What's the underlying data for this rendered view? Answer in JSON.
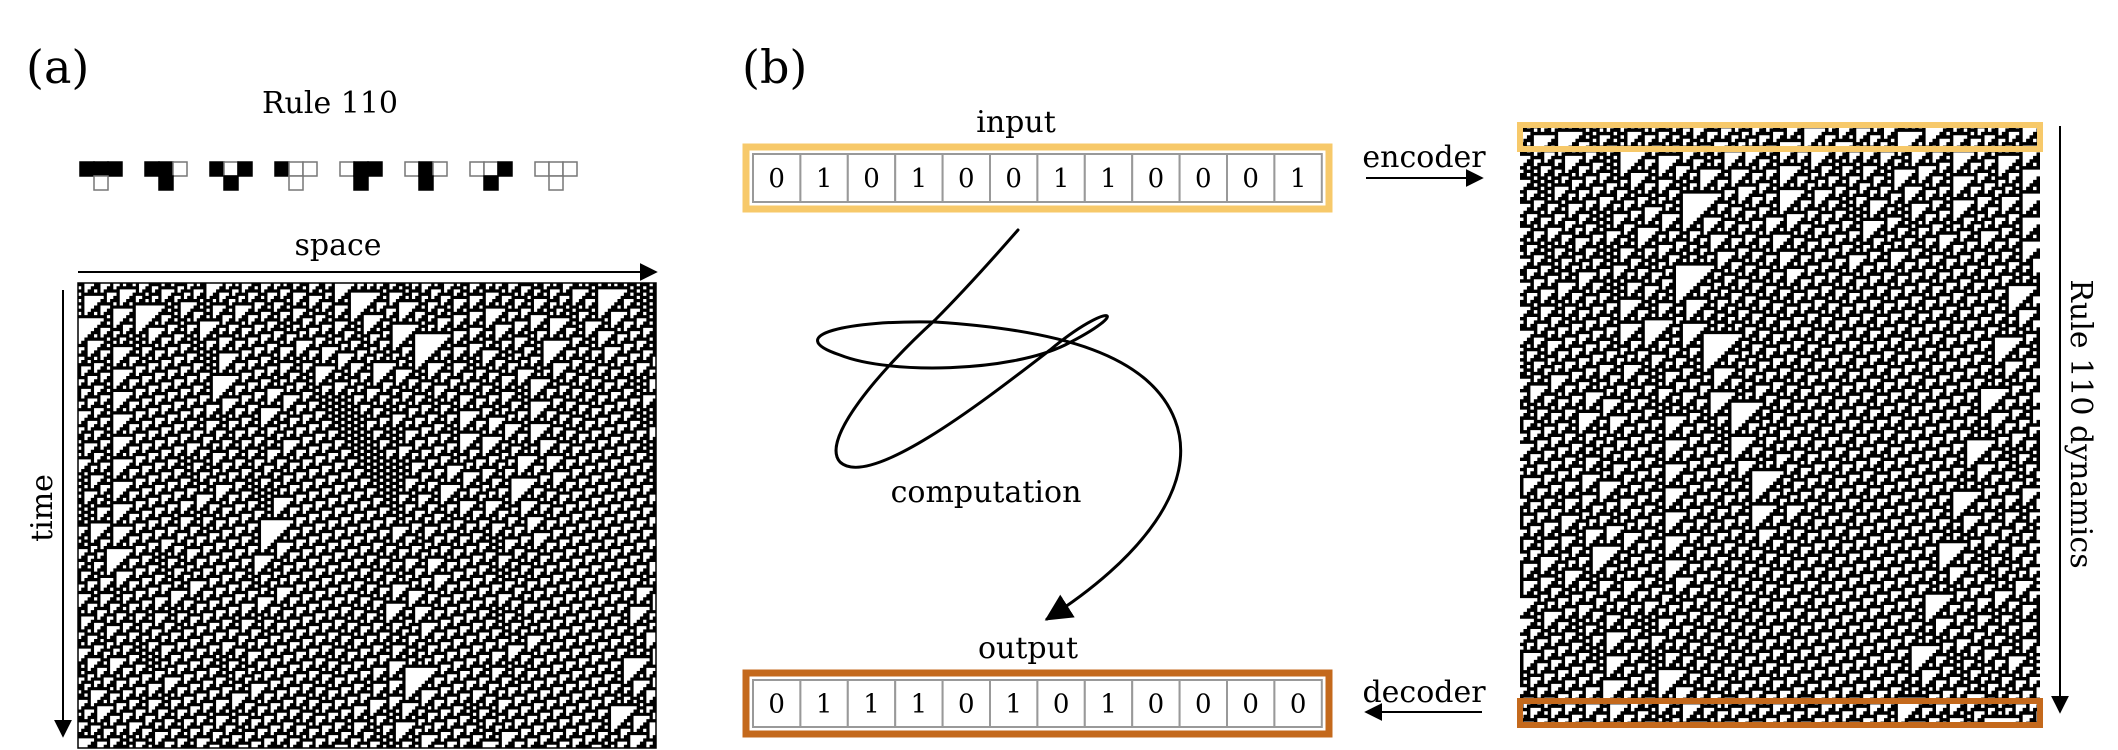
{
  "panel_a": {
    "label": "(a)",
    "title": "Rule 110",
    "rule_number": 110,
    "space_label": "space",
    "time_label": "time"
  },
  "panel_b": {
    "label": "(b)",
    "input_label": "input",
    "input_bits": [
      "0",
      "1",
      "0",
      "1",
      "0",
      "0",
      "1",
      "1",
      "0",
      "0",
      "0",
      "1"
    ],
    "output_label": "output",
    "output_bits": [
      "0",
      "1",
      "1",
      "1",
      "0",
      "1",
      "0",
      "1",
      "0",
      "0",
      "0",
      "0"
    ],
    "computation_label": "computation",
    "encoder_label": "encoder",
    "decoder_label": "decoder",
    "dynamics_label": "Rule 110 dynamics"
  },
  "colors": {
    "input_frame": "#f7c96a",
    "output_frame": "#c4691c",
    "cell_on": "#000000",
    "cell_off": "#ffffff"
  }
}
